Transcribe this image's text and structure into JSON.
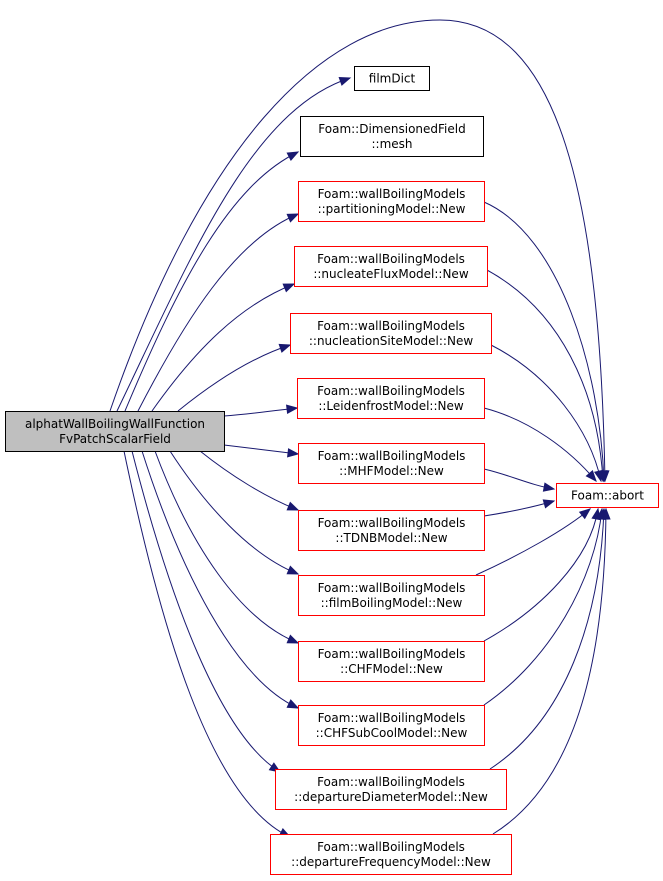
{
  "colors": {
    "edge": "#191970",
    "border_default": "#000000",
    "border_incomplete": "#ff0000",
    "root_fill": "#bfbfbf"
  },
  "nodes": [
    {
      "id": "root",
      "lines": [
        "alphatWallBoilingWallFunction",
        "FvPatchScalarField"
      ],
      "style": "root"
    },
    {
      "id": "filmDict",
      "lines": [
        "filmDict"
      ],
      "style": "default"
    },
    {
      "id": "mesh",
      "lines": [
        "Foam::DimensionedField",
        "::mesh"
      ],
      "style": "default"
    },
    {
      "id": "partitioning",
      "lines": [
        "Foam::wallBoilingModels",
        "::partitioningModel::New"
      ],
      "style": "incomplete"
    },
    {
      "id": "nucleateFlux",
      "lines": [
        "Foam::wallBoilingModels",
        "::nucleateFluxModel::New"
      ],
      "style": "incomplete"
    },
    {
      "id": "nucleationSite",
      "lines": [
        "Foam::wallBoilingModels",
        "::nucleationSiteModel::New"
      ],
      "style": "incomplete"
    },
    {
      "id": "leidenfrost",
      "lines": [
        "Foam::wallBoilingModels",
        "::LeidenfrostModel::New"
      ],
      "style": "incomplete"
    },
    {
      "id": "mhf",
      "lines": [
        "Foam::wallBoilingModels",
        "::MHFModel::New"
      ],
      "style": "incomplete"
    },
    {
      "id": "tdnb",
      "lines": [
        "Foam::wallBoilingModels",
        "::TDNBModel::New"
      ],
      "style": "incomplete"
    },
    {
      "id": "filmBoiling",
      "lines": [
        "Foam::wallBoilingModels",
        "::filmBoilingModel::New"
      ],
      "style": "incomplete"
    },
    {
      "id": "chf",
      "lines": [
        "Foam::wallBoilingModels",
        "::CHFModel::New"
      ],
      "style": "incomplete"
    },
    {
      "id": "chfSubCool",
      "lines": [
        "Foam::wallBoilingModels",
        "::CHFSubCoolModel::New"
      ],
      "style": "incomplete"
    },
    {
      "id": "departureDiameter",
      "lines": [
        "Foam::wallBoilingModels",
        "::departureDiameterModel::New"
      ],
      "style": "incomplete"
    },
    {
      "id": "departureFrequency",
      "lines": [
        "Foam::wallBoilingModels",
        "::departureFrequencyModel::New"
      ],
      "style": "incomplete"
    },
    {
      "id": "abort",
      "lines": [
        "Foam::abort"
      ],
      "style": "incomplete"
    }
  ],
  "edges": [
    {
      "from": "root",
      "to": "filmDict"
    },
    {
      "from": "root",
      "to": "mesh"
    },
    {
      "from": "root",
      "to": "partitioning"
    },
    {
      "from": "root",
      "to": "nucleateFlux"
    },
    {
      "from": "root",
      "to": "nucleationSite"
    },
    {
      "from": "root",
      "to": "leidenfrost"
    },
    {
      "from": "root",
      "to": "mhf"
    },
    {
      "from": "root",
      "to": "tdnb"
    },
    {
      "from": "root",
      "to": "filmBoiling"
    },
    {
      "from": "root",
      "to": "chf"
    },
    {
      "from": "root",
      "to": "chfSubCool"
    },
    {
      "from": "root",
      "to": "departureDiameter"
    },
    {
      "from": "root",
      "to": "departureFrequency"
    },
    {
      "from": "root",
      "to": "abort"
    },
    {
      "from": "partitioning",
      "to": "abort"
    },
    {
      "from": "nucleateFlux",
      "to": "abort"
    },
    {
      "from": "nucleationSite",
      "to": "abort"
    },
    {
      "from": "leidenfrost",
      "to": "abort"
    },
    {
      "from": "mhf",
      "to": "abort"
    },
    {
      "from": "tdnb",
      "to": "abort"
    },
    {
      "from": "filmBoiling",
      "to": "abort"
    },
    {
      "from": "chf",
      "to": "abort"
    },
    {
      "from": "chfSubCool",
      "to": "abort"
    },
    {
      "from": "departureDiameter",
      "to": "abort"
    },
    {
      "from": "departureFrequency",
      "to": "abort"
    }
  ]
}
